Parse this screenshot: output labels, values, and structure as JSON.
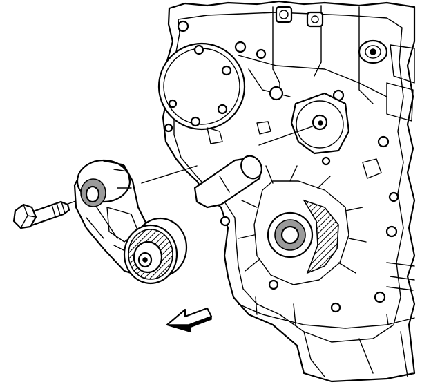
{
  "diagram": {
    "components": [
      {
        "id": "engine-front-cover",
        "icon": "engine-cover-shape"
      },
      {
        "id": "drive-belt-tensioner",
        "icon": "tensioner-shape"
      },
      {
        "id": "tensioner-bolt",
        "icon": "bolt-shape"
      },
      {
        "id": "alignment-dowel",
        "icon": "dowel-shape"
      },
      {
        "id": "removal-direction-arrow",
        "icon": "arrow-shape"
      }
    ],
    "colors": {
      "ink": "#000000",
      "paper": "#ffffff",
      "shade": "#9a9a9a"
    }
  }
}
